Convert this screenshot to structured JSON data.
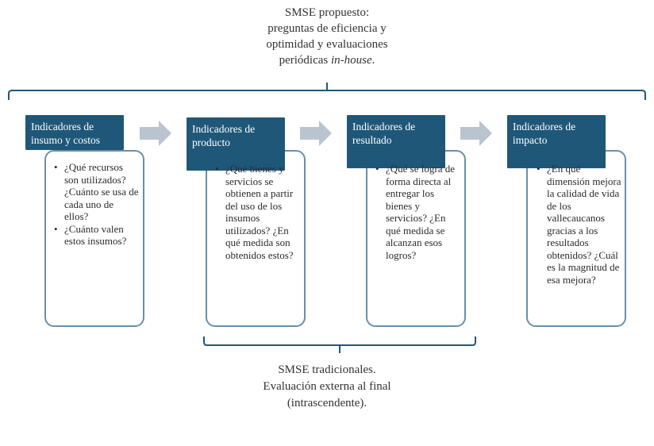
{
  "top_caption": {
    "lines": [
      "SMSE propuesto:",
      "preguntas de eficiencia y",
      "optimidad y evaluaciones"
    ],
    "last_line_prefix": "periódicas ",
    "last_line_italic": "in-house",
    "last_line_suffix": "."
  },
  "stages": [
    {
      "header": "Indicadores de insumo y costos",
      "questions": [
        "¿Qué recursos son utilizados? ¿Cuánto se usa de cada uno de ellos?",
        "¿Cuánto valen estos insumos?"
      ]
    },
    {
      "header": "Indicadores de producto",
      "questions": [
        "¿Qué bienes y servicios se obtienen a partir del uso de los insumos utilizados? ¿En qué medida son obtenidos estos?"
      ]
    },
    {
      "header": "Indicadores de resultado",
      "questions": [
        "¿Qué se logra de forma directa al entregar los bienes y servicios? ¿En qué medida se alcanzan esos logros?"
      ]
    },
    {
      "header": "Indicadores de impacto",
      "questions": [
        "¿En qué dimensión mejora la calidad de vida de los vallecaucanos gracias a los resultados obtenidos? ¿Cuál es la magnitud de esa mejora?"
      ]
    }
  ],
  "bottom_caption": {
    "lines": [
      "SMSE tradicionales.",
      "Evaluación externa al final",
      "(intrascendente)."
    ]
  },
  "colors": {
    "header_bg": "#1f5779",
    "box_border": "#6a8fab",
    "bracket": "#1f5779",
    "arrow": "#b9c4cf"
  }
}
